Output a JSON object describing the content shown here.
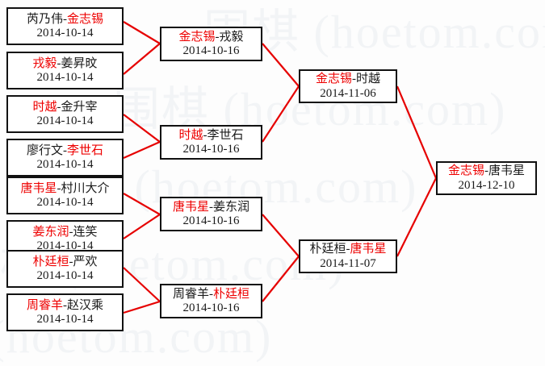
{
  "watermark": {
    "text": "围棋 (hoetom.com)",
    "color": "#f2f4f6"
  },
  "colors": {
    "winner": "#ee0000",
    "loser": "#1a1a1a",
    "connector": "#e60000",
    "box_border": "#111111",
    "background": "#fdfdfd"
  },
  "bracket": {
    "rounds": [
      {
        "name": "round-1",
        "matches": [
          {
            "winner": "金志锡",
            "loser": "芮乃伟",
            "winner_first": false,
            "date": "2014-10-14",
            "label": "芮乃伟-金志锡"
          },
          {
            "winner": "戎毅",
            "loser": "姜昇旼",
            "winner_first": true,
            "date": "2014-10-14",
            "label": "戎毅-姜昇旼"
          },
          {
            "winner": "时越",
            "loser": "金升宰",
            "winner_first": true,
            "date": "2014-10-14",
            "label": "时越-金升宰"
          },
          {
            "winner": "李世石",
            "loser": "廖行文",
            "winner_first": false,
            "date": "2014-10-14",
            "label": "廖行文-李世石"
          },
          {
            "winner": "唐韦星",
            "loser": "村川大介",
            "winner_first": true,
            "date": "2014-10-14",
            "label": "唐韦星-村川大介"
          },
          {
            "winner": "姜东润",
            "loser": "连笑",
            "winner_first": true,
            "date": "2014-10-14",
            "label": "姜东润-连笑"
          },
          {
            "winner": "朴廷桓",
            "loser": "严欢",
            "winner_first": true,
            "date": "2014-10-14",
            "label": "朴廷桓-严欢"
          },
          {
            "winner": "周睿羊",
            "loser": "赵汉乘",
            "winner_first": true,
            "date": "2014-10-14",
            "label": "周睿羊-赵汉乘"
          }
        ]
      },
      {
        "name": "round-2",
        "matches": [
          {
            "winner": "金志锡",
            "loser": "戎毅",
            "winner_first": true,
            "date": "2014-10-16",
            "label": "金志锡-戎毅"
          },
          {
            "winner": "时越",
            "loser": "李世石",
            "winner_first": true,
            "date": "2014-10-16",
            "label": "时越-李世石"
          },
          {
            "winner": "唐韦星",
            "loser": "姜东润",
            "winner_first": true,
            "date": "2014-10-16",
            "label": "唐韦星-姜东润"
          },
          {
            "winner": "朴廷桓",
            "loser": "周睿羊",
            "winner_first": false,
            "date": "2014-10-16",
            "label": "周睿羊-朴廷桓"
          }
        ]
      },
      {
        "name": "semifinal",
        "matches": [
          {
            "winner": "金志锡",
            "loser": "时越",
            "winner_first": true,
            "date": "2014-11-06",
            "label": "金志锡-时越"
          },
          {
            "winner": "唐韦星",
            "loser": "朴廷桓",
            "winner_first": false,
            "date": "2014-11-07",
            "label": "朴廷桓-唐韦星"
          }
        ]
      },
      {
        "name": "final",
        "matches": [
          {
            "winner": "金志锡",
            "loser": "唐韦星",
            "winner_first": true,
            "date": "2014-12-10",
            "label": "金志锡-唐韦星"
          }
        ]
      }
    ]
  }
}
